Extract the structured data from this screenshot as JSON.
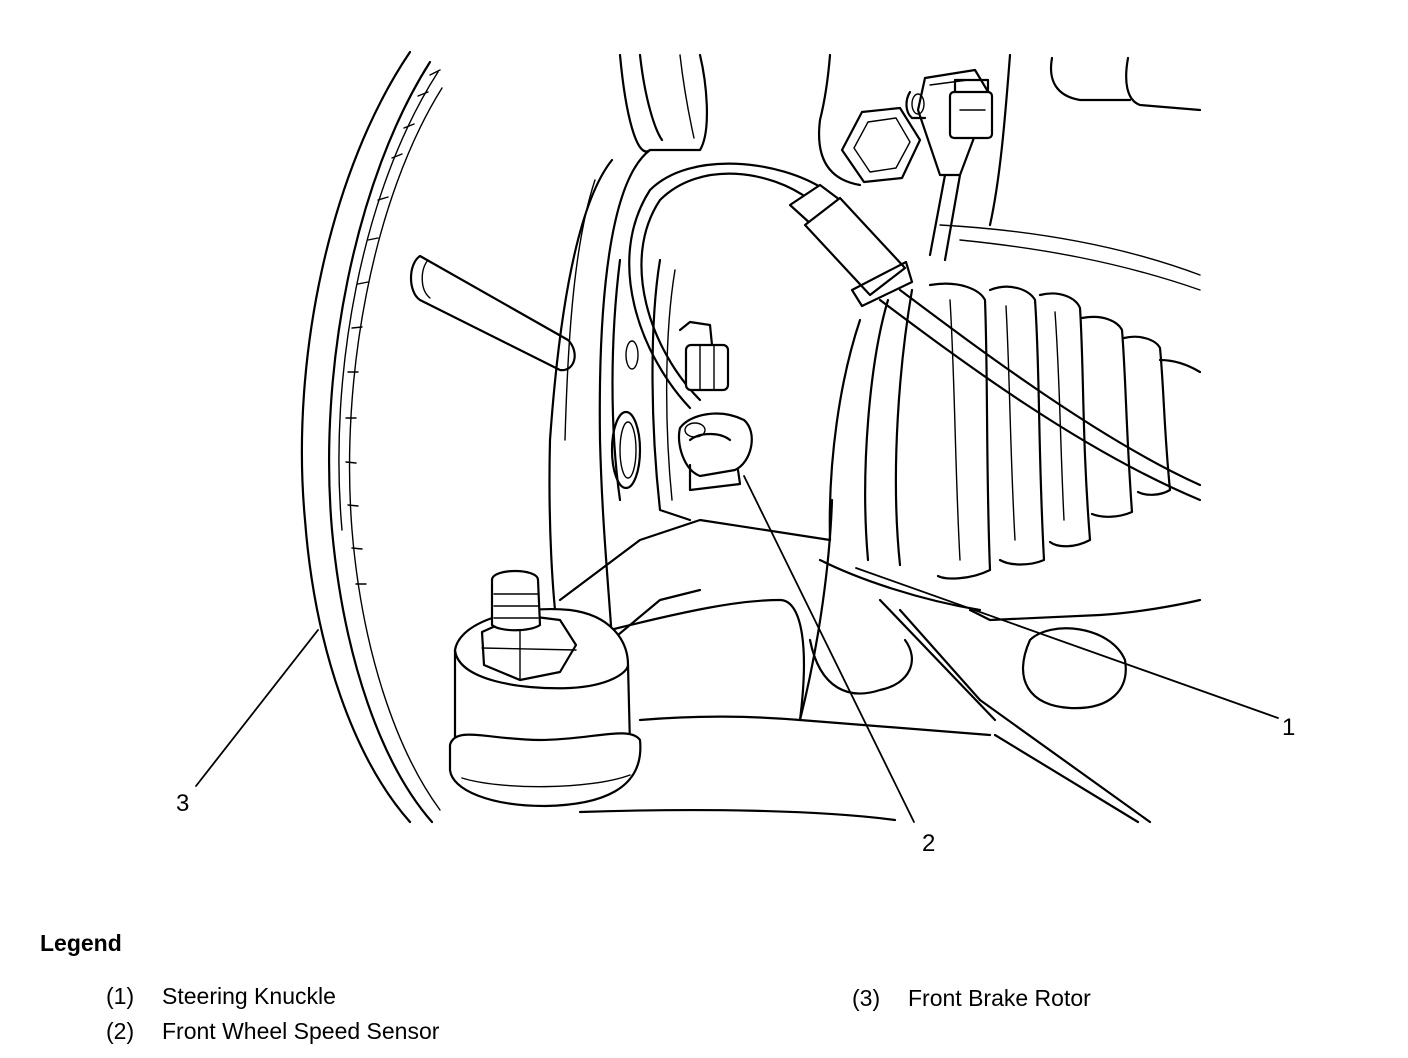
{
  "callouts": {
    "c1": "1",
    "c2": "2",
    "c3": "3"
  },
  "legend": {
    "title": "Legend",
    "items": [
      {
        "num": "(1)",
        "label": "Steering Knuckle"
      },
      {
        "num": "(2)",
        "label": "Front Wheel Speed Sensor"
      },
      {
        "num": "(3)",
        "label": "Front Brake Rotor"
      }
    ]
  }
}
